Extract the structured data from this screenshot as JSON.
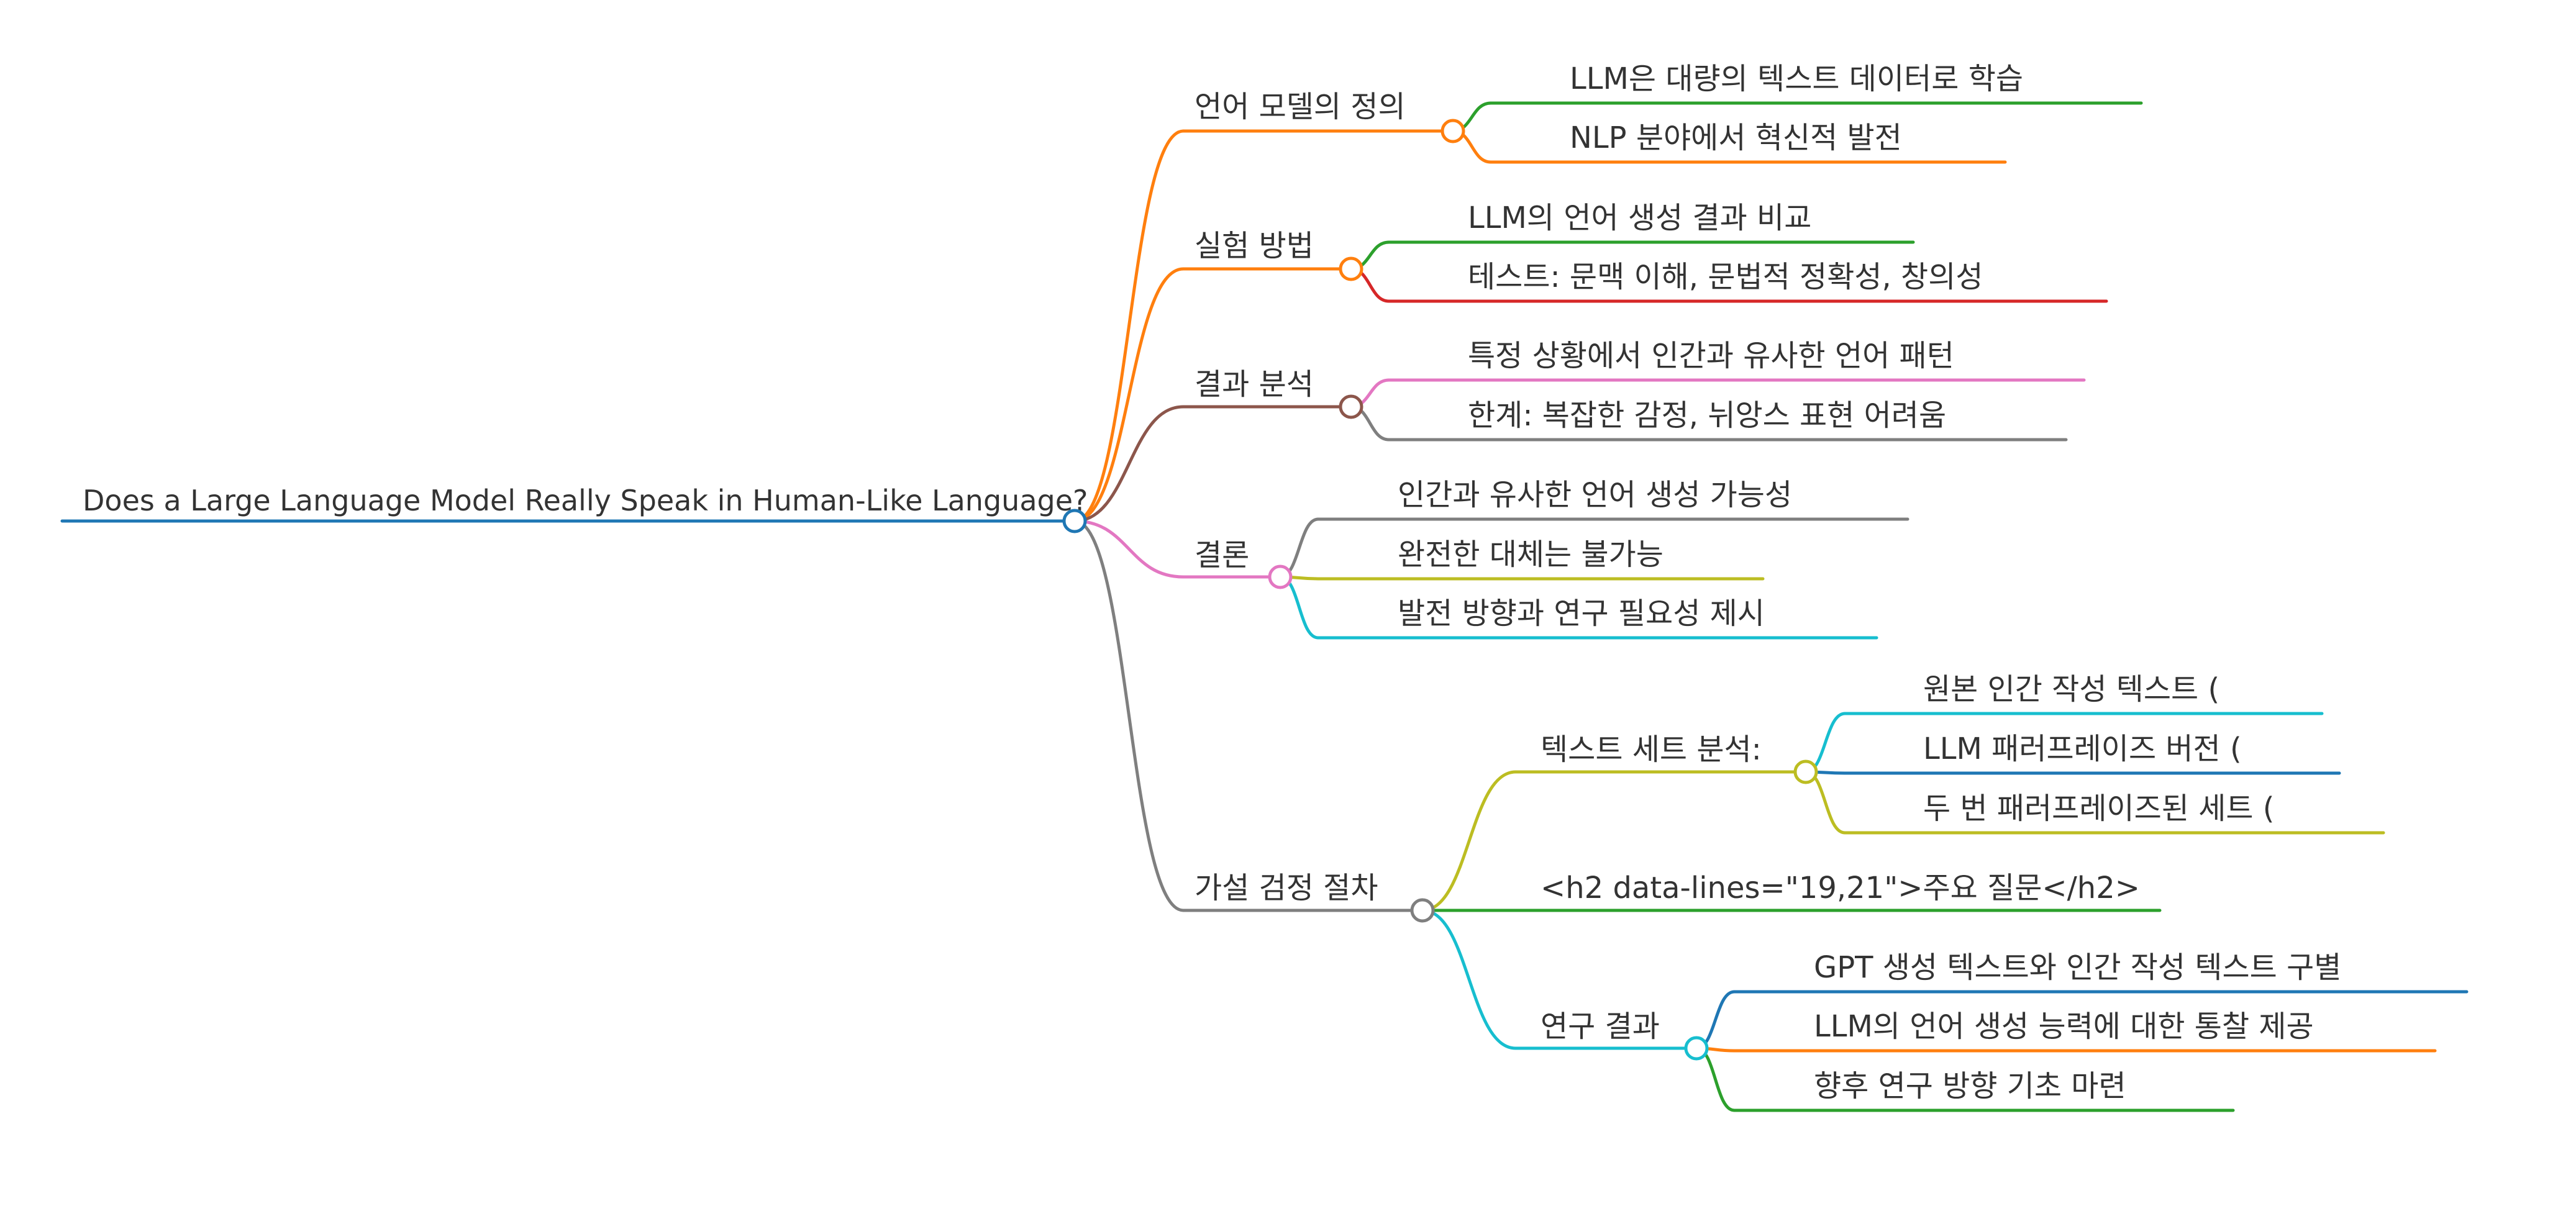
{
  "mindmap": {
    "root": {
      "label": "Does a Large Language Model Really Speak in Human-Like Language?",
      "color": "#1f77b4"
    },
    "branches": [
      {
        "label": "언어 모델의 정의",
        "color": "#ff7f0e",
        "children": [
          {
            "label": "LLM은 대량의 텍스트 데이터로 학습",
            "color": "#2ca02c"
          },
          {
            "label": "NLP 분야에서 혁신적 발전",
            "color": "#ff7f0e"
          }
        ]
      },
      {
        "label": "실험 방법",
        "color": "#ff7f0e",
        "children": [
          {
            "label": "LLM의 언어 생성 결과 비교",
            "color": "#2ca02c"
          },
          {
            "label": "테스트: 문맥 이해, 문법적 정확성, 창의성",
            "color": "#d62728"
          }
        ]
      },
      {
        "label": "결과 분석",
        "color": "#8c564b",
        "children": [
          {
            "label": "특정 상황에서 인간과 유사한 언어 패턴",
            "color": "#e377c2"
          },
          {
            "label": "한계: 복잡한 감정, 뉘앙스 표현 어려움",
            "color": "#7f7f7f"
          }
        ]
      },
      {
        "label": "결론",
        "color": "#e377c2",
        "children": [
          {
            "label": "인간과 유사한 언어 생성 가능성",
            "color": "#7f7f7f"
          },
          {
            "label": "완전한 대체는 불가능",
            "color": "#bcbd22"
          },
          {
            "label": "발전 방향과 연구 필요성 제시",
            "color": "#17becf"
          }
        ]
      },
      {
        "label": "가설 검정 절차",
        "color": "#7f7f7f",
        "children": [
          {
            "label": "텍스트 세트 분석:",
            "color": "#bcbd22",
            "children": [
              {
                "label": "원본 인간 작성 텍스트 (",
                "color": "#17becf"
              },
              {
                "label": "LLM 패러프레이즈 버전 (",
                "color": "#1f77b4"
              },
              {
                "label": "두 번 패러프레이즈된 세트 (",
                "color": "#bcbd22"
              }
            ]
          },
          {
            "label": "<h2 data-lines=\"19,21\">주요 질문</h2>",
            "color": "#2ca02c"
          },
          {
            "label": "연구 결과",
            "color": "#17becf",
            "children": [
              {
                "label": "GPT 생성 텍스트와 인간 작성 텍스트 구별",
                "color": "#1f77b4"
              },
              {
                "label": "LLM의 언어 생성 능력에 대한 통찰 제공",
                "color": "#ff7f0e"
              },
              {
                "label": "향후 연구 방향 기초 마련",
                "color": "#2ca02c"
              }
            ]
          }
        ]
      }
    ]
  }
}
